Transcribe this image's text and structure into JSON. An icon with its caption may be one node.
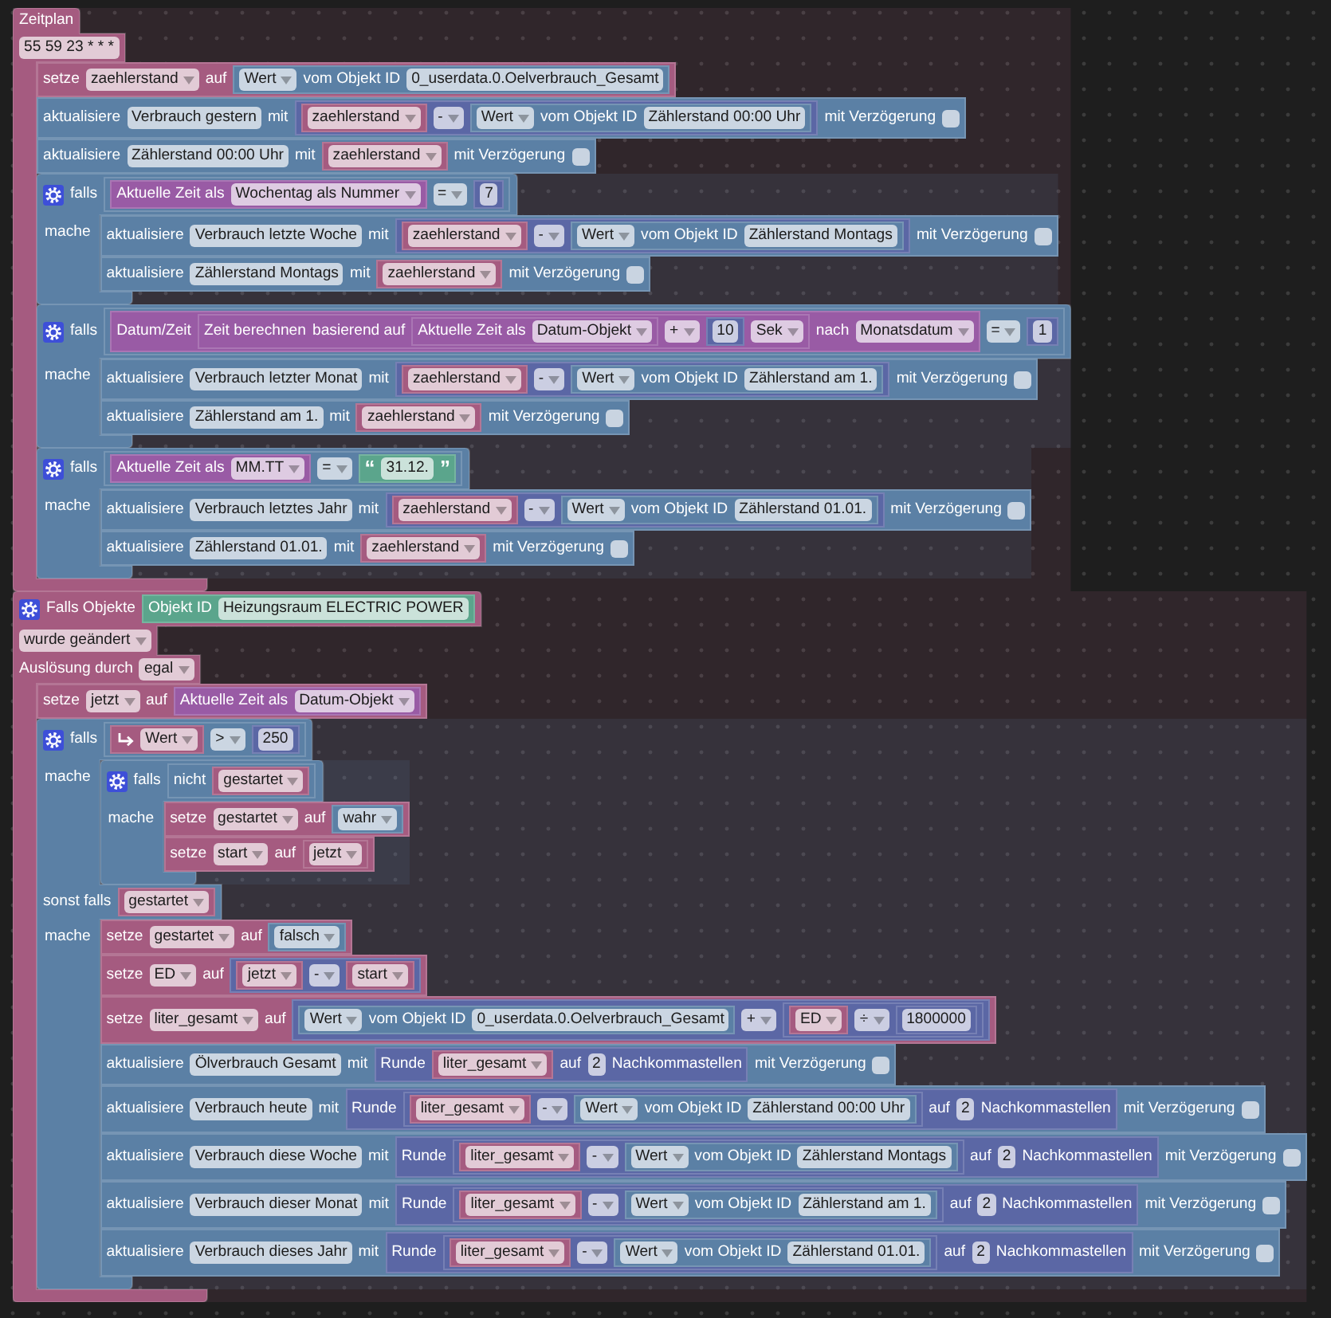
{
  "diagram": {
    "nodes": [
      {
        "text": [
          "Zeitplan",
          "55 59 23 * * *"
        ]
      },
      {
        "text": [
          "setze",
          "zaehlerstand",
          "auf"
        ],
        "in": 0
      },
      {
        "text": [
          "Wert",
          "vom Objekt ID",
          "0_userdata.0.Oelverbrauch_Gesamt"
        ],
        "in": 1
      },
      {
        "text": [
          "aktualisiere",
          "Verbrauch gestern",
          "mit",
          "mit Verzögerung"
        ],
        "in": 0
      },
      {
        "text": [
          "-"
        ],
        "in": 3
      },
      {
        "text": [
          "zaehlerstand"
        ],
        "in": 4
      },
      {
        "text": [
          "Wert",
          "vom Objekt ID",
          "Zählerstand 00:00 Uhr"
        ],
        "in": 4
      },
      {
        "text": [
          "aktualisiere",
          "Zählerstand 00:00 Uhr",
          "mit",
          "mit Verzögerung"
        ],
        "in": 0
      },
      {
        "text": [
          "zaehlerstand"
        ],
        "in": 7
      },
      {
        "text": [
          "falls",
          "mache"
        ],
        "in": 0
      },
      {
        "text": [
          "="
        ],
        "in": 9
      },
      {
        "text": [
          "Aktuelle Zeit als",
          "Wochentag als Nummer"
        ],
        "in": 10
      },
      {
        "text": [
          "7"
        ],
        "in": 10
      },
      {
        "text": [
          "aktualisiere",
          "Verbrauch letzte Woche",
          "mit",
          "mit Verzögerung"
        ],
        "in": 9
      },
      {
        "text": [
          "-"
        ],
        "in": 13
      },
      {
        "text": [
          "zaehlerstand"
        ],
        "in": 14
      },
      {
        "text": [
          "Wert",
          "vom Objekt ID",
          "Zählerstand Montags"
        ],
        "in": 14
      },
      {
        "text": [
          "aktualisiere",
          "Zählerstand Montags",
          "mit",
          "mit Verzögerung"
        ],
        "in": 9
      },
      {
        "text": [
          "zaehlerstand"
        ],
        "in": 17
      },
      {
        "text": [
          "falls",
          "mache"
        ],
        "in": 0
      },
      {
        "text": [
          "="
        ],
        "in": 19
      },
      {
        "text": [
          "Datum/Zeit",
          "nach",
          "Monatsdatum"
        ],
        "in": 20
      },
      {
        "text": [
          "Zeit berechnen",
          "basierend auf",
          "+",
          "Sek"
        ],
        "in": 21
      },
      {
        "text": [
          "Aktuelle Zeit als",
          "Datum-Objekt"
        ],
        "in": 22
      },
      {
        "text": [
          "10"
        ],
        "in": 22
      },
      {
        "text": [
          "1"
        ],
        "in": 20
      },
      {
        "text": [
          "aktualisiere",
          "Verbrauch letzter Monat",
          "mit",
          "mit Verzögerung"
        ],
        "in": 19
      },
      {
        "text": [
          "-"
        ],
        "in": 26
      },
      {
        "text": [
          "zaehlerstand"
        ],
        "in": 27
      },
      {
        "text": [
          "Wert",
          "vom Objekt ID",
          "Zählerstand am 1."
        ],
        "in": 27
      },
      {
        "text": [
          "aktualisiere",
          "Zählerstand am 1.",
          "mit",
          "mit Verzögerung"
        ],
        "in": 19
      },
      {
        "text": [
          "zaehlerstand"
        ],
        "in": 30
      },
      {
        "text": [
          "falls",
          "mache"
        ],
        "in": 0
      },
      {
        "text": [
          "="
        ],
        "in": 32
      },
      {
        "text": [
          "Aktuelle Zeit als",
          "MM.TT"
        ],
        "in": 33
      },
      {
        "text": [
          "“",
          "31.12.",
          "”"
        ],
        "in": 33
      },
      {
        "text": [
          "aktualisiere",
          "Verbrauch letztes Jahr",
          "mit",
          "mit Verzögerung"
        ],
        "in": 32
      },
      {
        "text": [
          "-"
        ],
        "in": 36
      },
      {
        "text": [
          "zaehlerstand"
        ],
        "in": 37
      },
      {
        "text": [
          "Wert",
          "vom Objekt ID",
          "Zählerstand 01.01."
        ],
        "in": 37
      },
      {
        "text": [
          "aktualisiere",
          "Zählerstand 01.01.",
          "mit",
          "mit Verzögerung"
        ],
        "in": 32
      },
      {
        "text": [
          "zaehlerstand"
        ],
        "in": 40
      },
      {
        "text": [
          "Falls Objekte",
          "wurde geändert",
          "Auslösung durch",
          "egal"
        ]
      },
      {
        "text": [
          "Objekt ID",
          "Heizungsraum ELECTRIC POWER"
        ],
        "in": 42
      },
      {
        "text": [
          "setze",
          "jetzt",
          "auf"
        ],
        "in": 42
      },
      {
        "text": [
          "Aktuelle Zeit als",
          "Datum-Objekt"
        ],
        "in": 44
      },
      {
        "text": [
          "falls",
          "mache",
          "sonst falls",
          "mache"
        ],
        "in": 42
      },
      {
        "text": [
          ">"
        ],
        "in": 46
      },
      {
        "text": [
          "Wert"
        ],
        "in": 47
      },
      {
        "text": [
          "250"
        ],
        "in": 47
      },
      {
        "text": [
          "falls",
          "mache"
        ],
        "in": 46
      },
      {
        "text": [
          "nicht"
        ],
        "in": 50
      },
      {
        "text": [
          "gestartet"
        ],
        "in": 51
      },
      {
        "text": [
          "setze",
          "gestartet",
          "auf"
        ],
        "in": 50
      },
      {
        "text": [
          "wahr"
        ],
        "in": 53
      },
      {
        "text": [
          "setze",
          "start",
          "auf"
        ],
        "in": 50
      },
      {
        "text": [
          "jetzt"
        ],
        "in": 55
      },
      {
        "text": [
          "gestartet"
        ],
        "in": 46
      },
      {
        "text": [
          "setze",
          "gestartet",
          "auf"
        ],
        "in": 46
      },
      {
        "text": [
          "falsch"
        ],
        "in": 58
      },
      {
        "text": [
          "setze",
          "ED",
          "auf"
        ],
        "in": 46
      },
      {
        "text": [
          "-"
        ],
        "in": 60
      },
      {
        "text": [
          "jetzt"
        ],
        "in": 61
      },
      {
        "text": [
          "start"
        ],
        "in": 61
      },
      {
        "text": [
          "setze",
          "liter_gesamt",
          "auf"
        ],
        "in": 46
      },
      {
        "text": [
          "+"
        ],
        "in": 64
      },
      {
        "text": [
          "Wert",
          "vom Objekt ID",
          "0_userdata.0.Oelverbrauch_Gesamt"
        ],
        "in": 65
      },
      {
        "text": [
          "÷"
        ],
        "in": 65
      },
      {
        "text": [
          "ED"
        ],
        "in": 67
      },
      {
        "text": [
          "1800000"
        ],
        "in": 67
      },
      {
        "text": [
          "aktualisiere",
          "Ölverbrauch Gesamt",
          "mit",
          "mit Verzögerung"
        ],
        "in": 46
      },
      {
        "text": [
          "Runde",
          "auf",
          "2",
          "Nachkommastellen"
        ],
        "in": 70
      },
      {
        "text": [
          "liter_gesamt"
        ],
        "in": 71
      },
      {
        "text": [
          "aktualisiere",
          "Verbrauch heute",
          "mit",
          "mit Verzögerung"
        ],
        "in": 46
      },
      {
        "text": [
          "Runde",
          "auf",
          "2",
          "Nachkommastellen"
        ],
        "in": 73
      },
      {
        "text": [
          "-"
        ],
        "in": 74
      },
      {
        "text": [
          "liter_gesamt"
        ],
        "in": 75
      },
      {
        "text": [
          "Wert",
          "vom Objekt ID",
          "Zählerstand 00:00 Uhr"
        ],
        "in": 75
      },
      {
        "text": [
          "aktualisiere",
          "Verbrauch diese Woche",
          "mit",
          "mit Verzögerung"
        ],
        "in": 46
      },
      {
        "text": [
          "Runde",
          "auf",
          "2",
          "Nachkommastellen"
        ],
        "in": 78
      },
      {
        "text": [
          "-"
        ],
        "in": 79
      },
      {
        "text": [
          "liter_gesamt"
        ],
        "in": 80
      },
      {
        "text": [
          "Wert",
          "vom Objekt ID",
          "Zählerstand Montags"
        ],
        "in": 80
      },
      {
        "text": [
          "aktualisiere",
          "Verbrauch dieser Monat",
          "mit",
          "mit Verzögerung"
        ],
        "in": 46
      },
      {
        "text": [
          "Runde",
          "auf",
          "2",
          "Nachkommastellen"
        ],
        "in": 83
      },
      {
        "text": [
          "-"
        ],
        "in": 84
      },
      {
        "text": [
          "liter_gesamt"
        ],
        "in": 85
      },
      {
        "text": [
          "Wert",
          "vom Objekt ID",
          "Zählerstand am 1."
        ],
        "in": 85
      },
      {
        "text": [
          "aktualisiere",
          "Verbrauch dieses Jahr",
          "mit",
          "mit Verzögerung"
        ],
        "in": 46
      },
      {
        "text": [
          "Runde",
          "auf",
          "2",
          "Nachkommastellen"
        ],
        "in": 88
      },
      {
        "text": [
          "-"
        ],
        "in": 89
      },
      {
        "text": [
          "liter_gesamt"
        ],
        "in": 90
      },
      {
        "text": [
          "Wert",
          "vom Objekt ID",
          "Zählerstand 01.01."
        ],
        "in": 90
      }
    ]
  }
}
